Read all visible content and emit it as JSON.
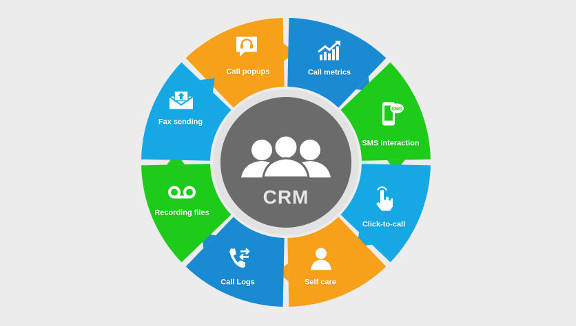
{
  "center": {
    "label": "CRM",
    "icon": "people-group-icon",
    "color": "#6b6b6b"
  },
  "segments": [
    {
      "label": "Call popups",
      "icon": "headset-chat-icon",
      "color": "#f7a11a"
    },
    {
      "label": "Call metrics",
      "icon": "growth-chart-icon",
      "color": "#1a8bd3"
    },
    {
      "label": "SMS Interaction",
      "icon": "phone-sms-icon",
      "color": "#1fcb1a"
    },
    {
      "label": "Click-to-call",
      "icon": "pointer-hand-icon",
      "color": "#16a8e5"
    },
    {
      "label": "Self care",
      "icon": "person-icon",
      "color": "#f7a11a"
    },
    {
      "label": "Call Logs",
      "icon": "phone-transfer-icon",
      "color": "#1a8bd3"
    },
    {
      "label": "Recording files",
      "icon": "voicemail-icon",
      "color": "#1fcb1a"
    },
    {
      "label": "Fax sending",
      "icon": "envelope-upload-icon",
      "color": "#16a8e5"
    }
  ]
}
